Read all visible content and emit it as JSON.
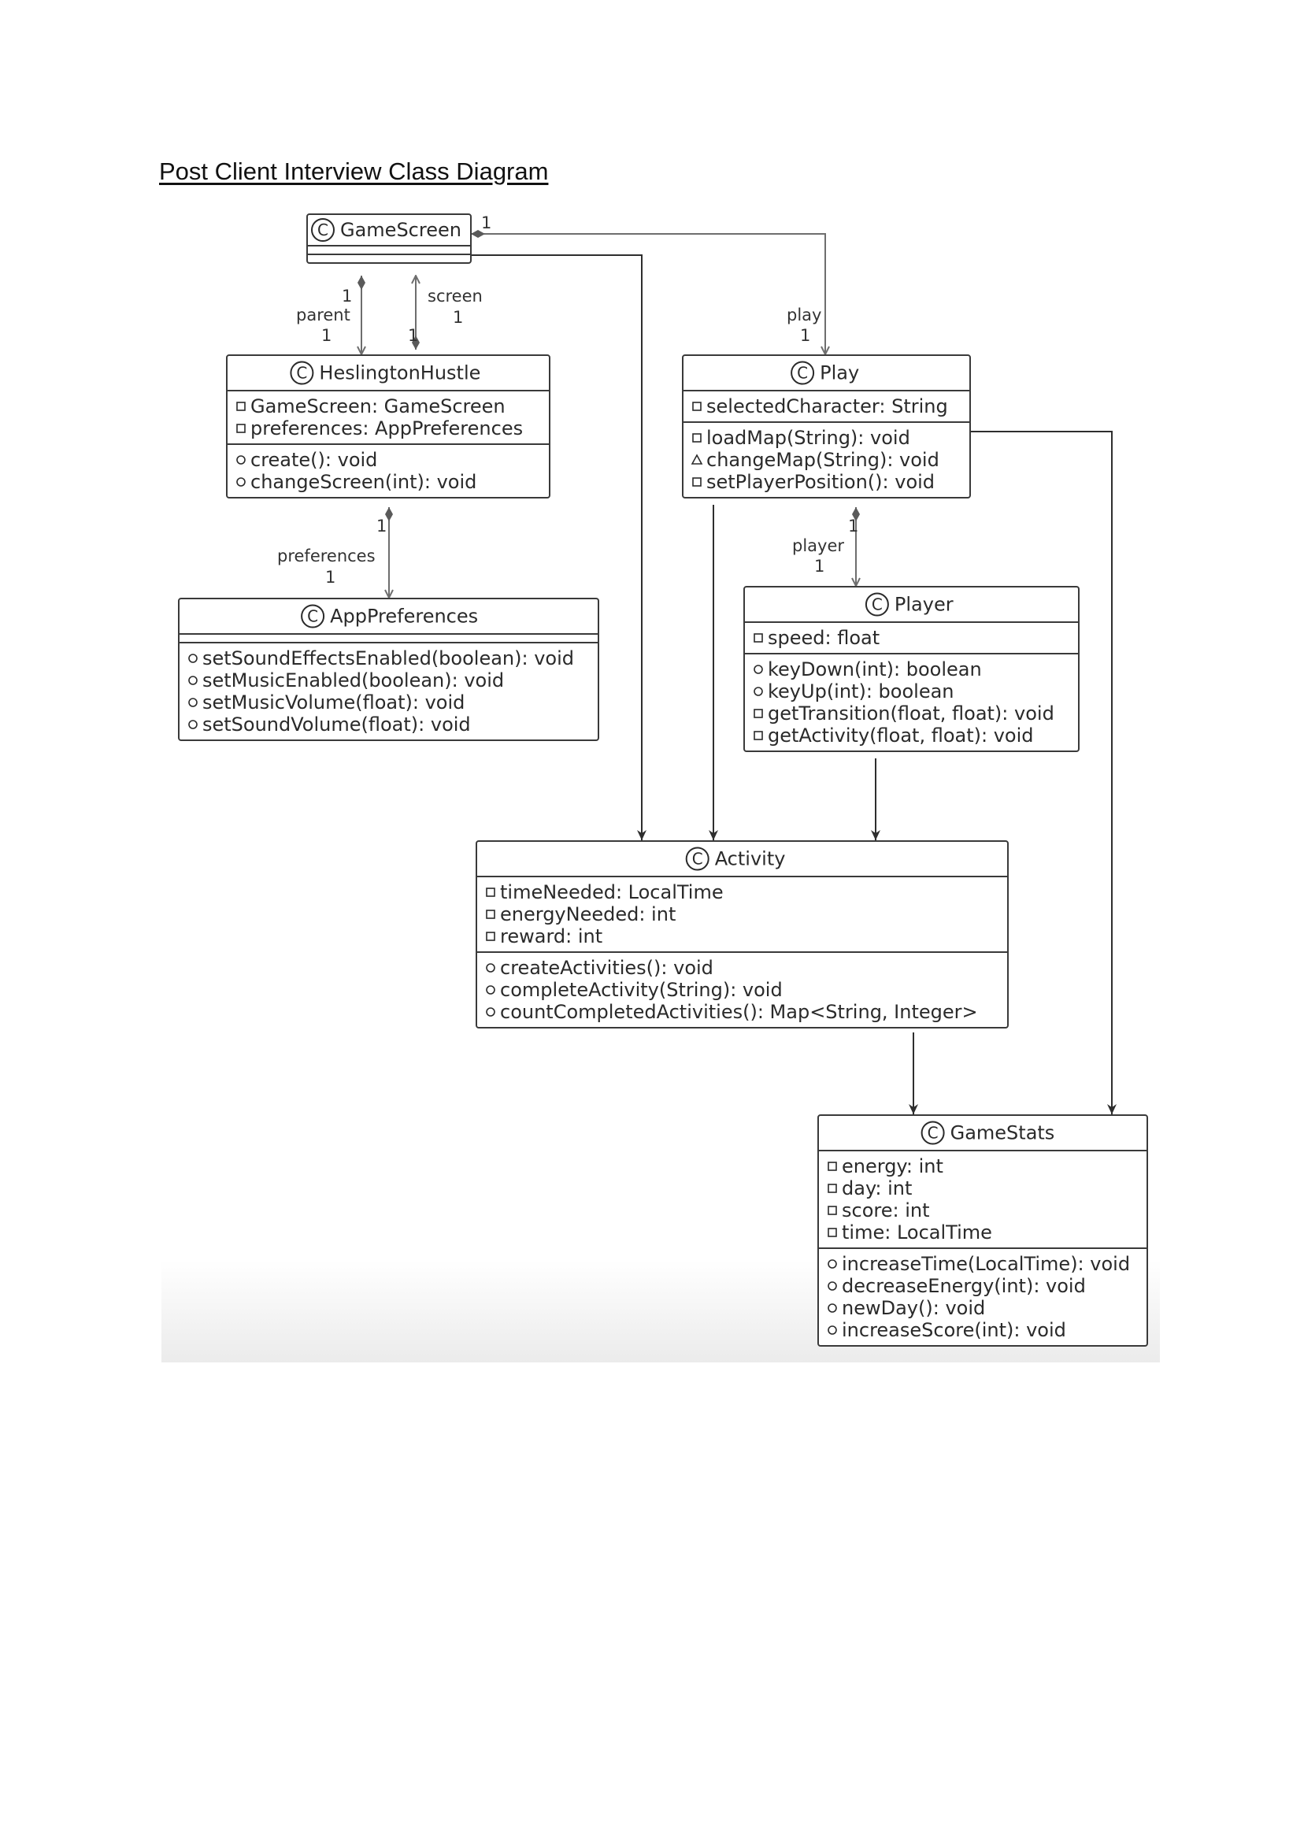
{
  "title": "Post Client Interview Class Diagram",
  "stereotype_glyph": "C",
  "classes": {
    "gamescreen": {
      "name": "GameScreen",
      "attributes": [],
      "methods": []
    },
    "heslington": {
      "name": "HeslingtonHustle",
      "attributes": [
        "GameScreen: GameScreen",
        "preferences: AppPreferences"
      ],
      "methods": [
        "create(): void",
        "changeScreen(int): void"
      ]
    },
    "play": {
      "name": "Play",
      "attributes": [
        "selectedCharacter: String"
      ],
      "methods": [
        "loadMap(String): void",
        "changeMap(String): void",
        "setPlayerPosition(): void"
      ]
    },
    "appprefs": {
      "name": "AppPreferences",
      "attributes": [],
      "methods": [
        "setSoundEffectsEnabled(boolean): void",
        "setMusicEnabled(boolean): void",
        "setMusicVolume(float): void",
        "setSoundVolume(float): void"
      ]
    },
    "player": {
      "name": "Player",
      "attributes": [
        "speed: float"
      ],
      "methods": [
        "keyDown(int): boolean",
        "keyUp(int): boolean",
        "getTransition(float, float): void",
        "getActivity(float, float): void"
      ]
    },
    "activity": {
      "name": "Activity",
      "attributes": [
        "timeNeeded: LocalTime",
        "energyNeeded: int",
        "reward: int"
      ],
      "methods": [
        "createActivities(): void",
        "completeActivity(String): void",
        "countCompletedActivities(): Map<String, Integer>"
      ]
    },
    "gamestats": {
      "name": "GameStats",
      "attributes": [
        "energy: int",
        "day: int",
        "score: int",
        "time: LocalTime"
      ],
      "methods": [
        "increaseTime(LocalTime): void",
        "decreaseEnergy(int): void",
        "newDay(): void",
        "increaseScore(int): void"
      ]
    }
  },
  "visibility": {
    "heslington": {
      "attributes": [
        "private",
        "private"
      ],
      "methods": [
        "public",
        "public"
      ]
    },
    "play": {
      "attributes": [
        "private"
      ],
      "methods": [
        "private",
        "package",
        "private"
      ]
    },
    "appprefs": {
      "methods": [
        "public",
        "public",
        "public",
        "public"
      ]
    },
    "player": {
      "attributes": [
        "private"
      ],
      "methods": [
        "public",
        "public",
        "private",
        "private"
      ]
    },
    "activity": {
      "attributes": [
        "private",
        "private",
        "private"
      ],
      "methods": [
        "public",
        "public",
        "public"
      ]
    },
    "gamestats": {
      "attributes": [
        "private",
        "private",
        "private",
        "private"
      ],
      "methods": [
        "public",
        "public",
        "public",
        "public"
      ]
    }
  },
  "edge_labels": {
    "gs_play_mult_src": "1",
    "gs_play_role": "play",
    "gs_play_mult": "1",
    "parent_mult_src": "1",
    "parent_role": "parent",
    "parent_mult": "1",
    "screen_role": "screen",
    "screen_mult": "1",
    "screen_mult_src": "1",
    "prefs_mult_src": "1",
    "prefs_role": "preferences",
    "prefs_mult": "1",
    "player_mult_src": "1",
    "player_role": "player",
    "player_mult": "1"
  },
  "colors": {
    "border": "#3a3a3a",
    "association_line": "#6e6e6e",
    "dependency_line": "#2e2e2e",
    "text": "#2a2a2a"
  }
}
